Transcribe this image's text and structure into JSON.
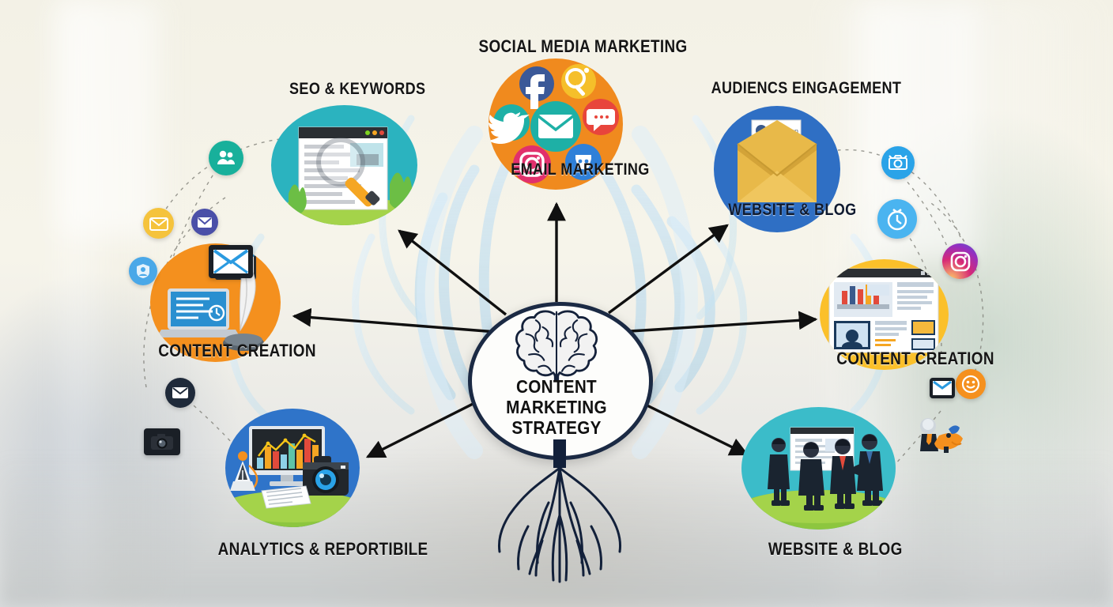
{
  "poster": {
    "center": {
      "title_line1": "CONTENT MARKETING",
      "title_line2": "STRATEGY",
      "icon": "brain-icon",
      "border_color": "#1b2a44",
      "fill_color": "#fdfdfb"
    },
    "nodes": [
      {
        "id": "seo-keywords",
        "label": "SEO & KEYWORDS",
        "circle_color": "#2bb3bf",
        "icon": "browser-magnifier-icon",
        "label_position": "above"
      },
      {
        "id": "social-media-marketing",
        "label": "SOCIAL MEDIA MARKETING",
        "circle_color": "#f08a1e",
        "icon": "social-icons-cluster",
        "label_position": "above"
      },
      {
        "id": "email-marketing",
        "label": "EMAIL MARKETING",
        "circle_color": "#f08a1e",
        "icon": "envelope-icon",
        "label_position": "overlay-bottom"
      },
      {
        "id": "audiencs-eingagement",
        "label": "AUDIENCS EINGAGEMENT",
        "circle_color": "#2f6fc4",
        "icon": "open-envelope-letter-icon",
        "label_position": "above"
      },
      {
        "id": "website-blog-top",
        "label": "WEBSITE & BLOG",
        "circle_color": "#2f6fc4",
        "icon": "open-envelope-letter-icon",
        "label_position": "overlay-bottom"
      },
      {
        "id": "content-creation-left",
        "label": "CONTENT CREATION",
        "circle_color": "#f4901e",
        "icon": "laptop-quill-icon",
        "label_position": "overlay-bottom"
      },
      {
        "id": "content-creation-right",
        "label": "CONTENT CREATION",
        "circle_color": "#fbc02a",
        "icon": "web-dashboard-icon",
        "label_position": "overlay-bottom"
      },
      {
        "id": "analytics-reportibile",
        "label": "ANALYTICS & REPORTIBILE",
        "circle_color": "#2f74c9",
        "icon": "chart-monitor-camera-icon",
        "label_position": "below"
      },
      {
        "id": "website-blog-bottom",
        "label": "WEBSITE & BLOG",
        "circle_color": "#3bbcc9",
        "icon": "business-team-icon",
        "label_position": "below"
      }
    ],
    "accent_icons": [
      {
        "id": "people-teal",
        "name": "people-icon",
        "color": "#18b09b"
      },
      {
        "id": "envelope-yellow",
        "name": "envelope-icon",
        "color": "#f5c33c"
      },
      {
        "id": "envelope-navy",
        "name": "envelope-icon",
        "color": "#4a4fa8"
      },
      {
        "id": "shield-blue",
        "name": "shield-people-icon",
        "color": "#4aa8e8"
      },
      {
        "id": "envelope-dark",
        "name": "envelope-icon",
        "color": "#1f2a3a"
      },
      {
        "id": "camera-blue",
        "name": "camera-icon",
        "color": "#2aa3e8"
      },
      {
        "id": "timer-blue",
        "name": "stopwatch-icon",
        "color": "#4ab4f0"
      },
      {
        "id": "instagram",
        "name": "instagram-icon",
        "color": "#d62976"
      },
      {
        "id": "smiley-orange",
        "name": "smiley-icon",
        "color": "#f5901e"
      },
      {
        "id": "envelope-blue-square",
        "name": "envelope-icon",
        "color": "#2a9ae0"
      },
      {
        "id": "photo-dark",
        "name": "camera-icon",
        "color": "#20262e"
      }
    ],
    "social_icons": [
      {
        "name": "facebook-icon",
        "color": "#3b5998"
      },
      {
        "name": "search-icon",
        "color": "#f5bf2a"
      },
      {
        "name": "twitter-icon",
        "color": "#1eb0a6"
      },
      {
        "name": "envelope-icon",
        "color": "#1eb0a6"
      },
      {
        "name": "chat-bubble-icon",
        "color": "#e8453c"
      },
      {
        "name": "instagram-icon",
        "color": "#e1306c"
      },
      {
        "name": "share-icon",
        "color": "#2f80d8"
      }
    ]
  }
}
